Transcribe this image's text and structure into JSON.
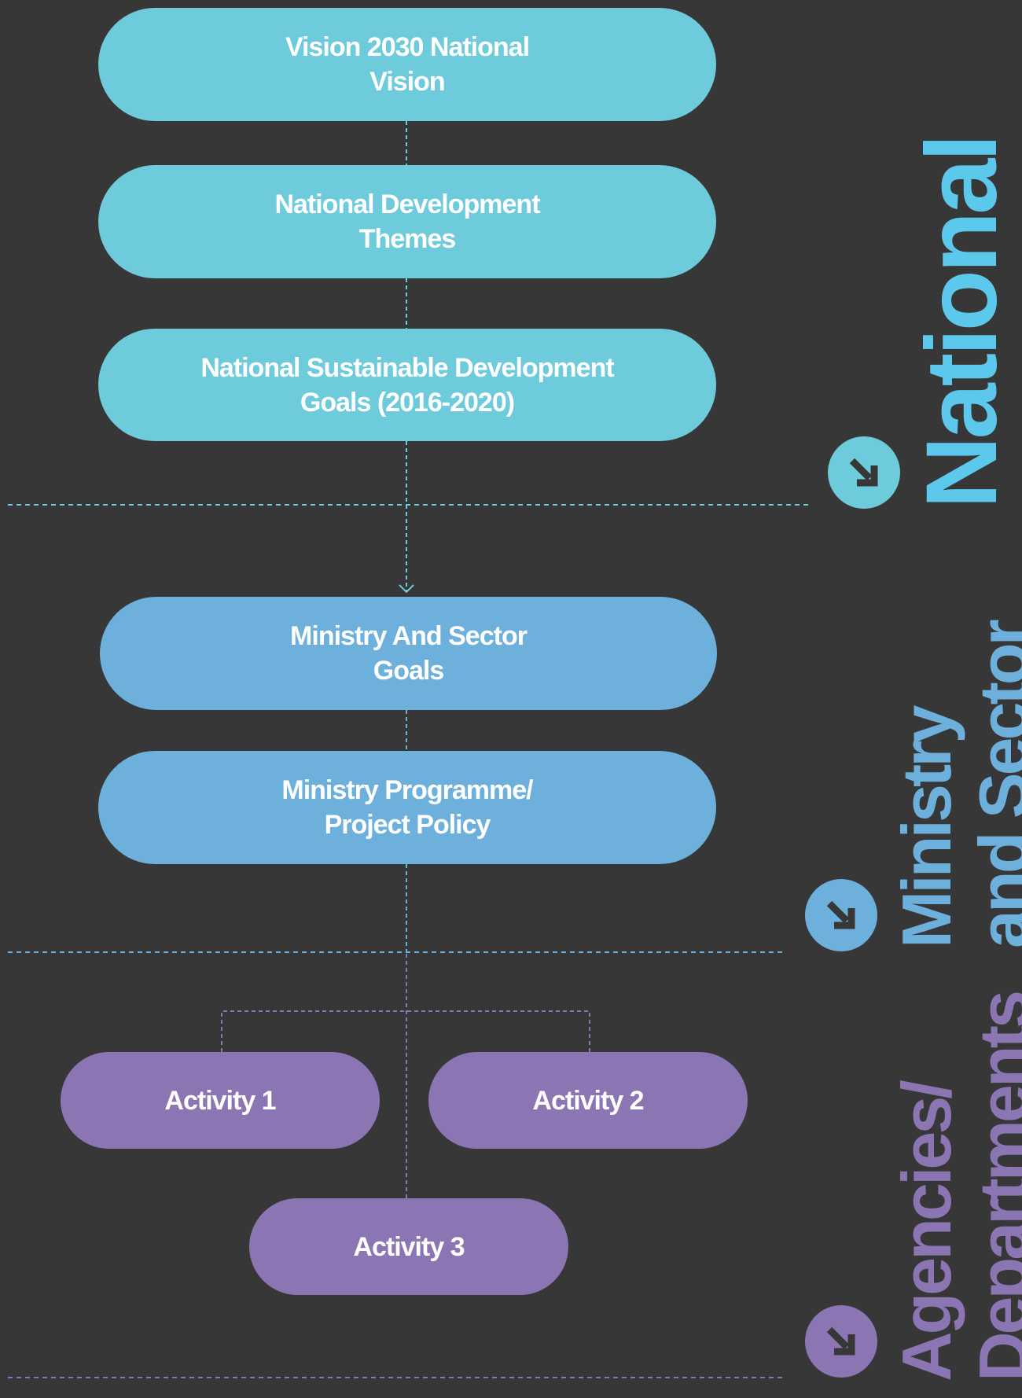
{
  "colors": {
    "background": "#373737",
    "national": "#6ecbdb",
    "national_text": "#5cc9ec",
    "ministry": "#6eb0dc",
    "agency": "#8b76b3",
    "badge_arrow": "#373737"
  },
  "sections": {
    "national": {
      "label": "National",
      "icon": "arrow-down-right-icon"
    },
    "ministry": {
      "label_line1": "Ministry",
      "label_line2": "and Sector",
      "icon": "arrow-down-right-icon"
    },
    "agencies": {
      "label_line1": "Agencies/",
      "label_line2": "Departments",
      "icon": "arrow-down-right-icon"
    }
  },
  "nodes": {
    "vision": "Vision 2030 National\nVision",
    "themes": "National Development\nThemes",
    "sdg": "National Sustainable Development\nGoals (2016-2020)",
    "ministry_goals": "Ministry And Sector\nGoals",
    "ministry_programme": "Ministry Programme/\nProject Policy",
    "activity1": "Activity 1",
    "activity2": "Activity 2",
    "activity3": "Activity 3"
  }
}
